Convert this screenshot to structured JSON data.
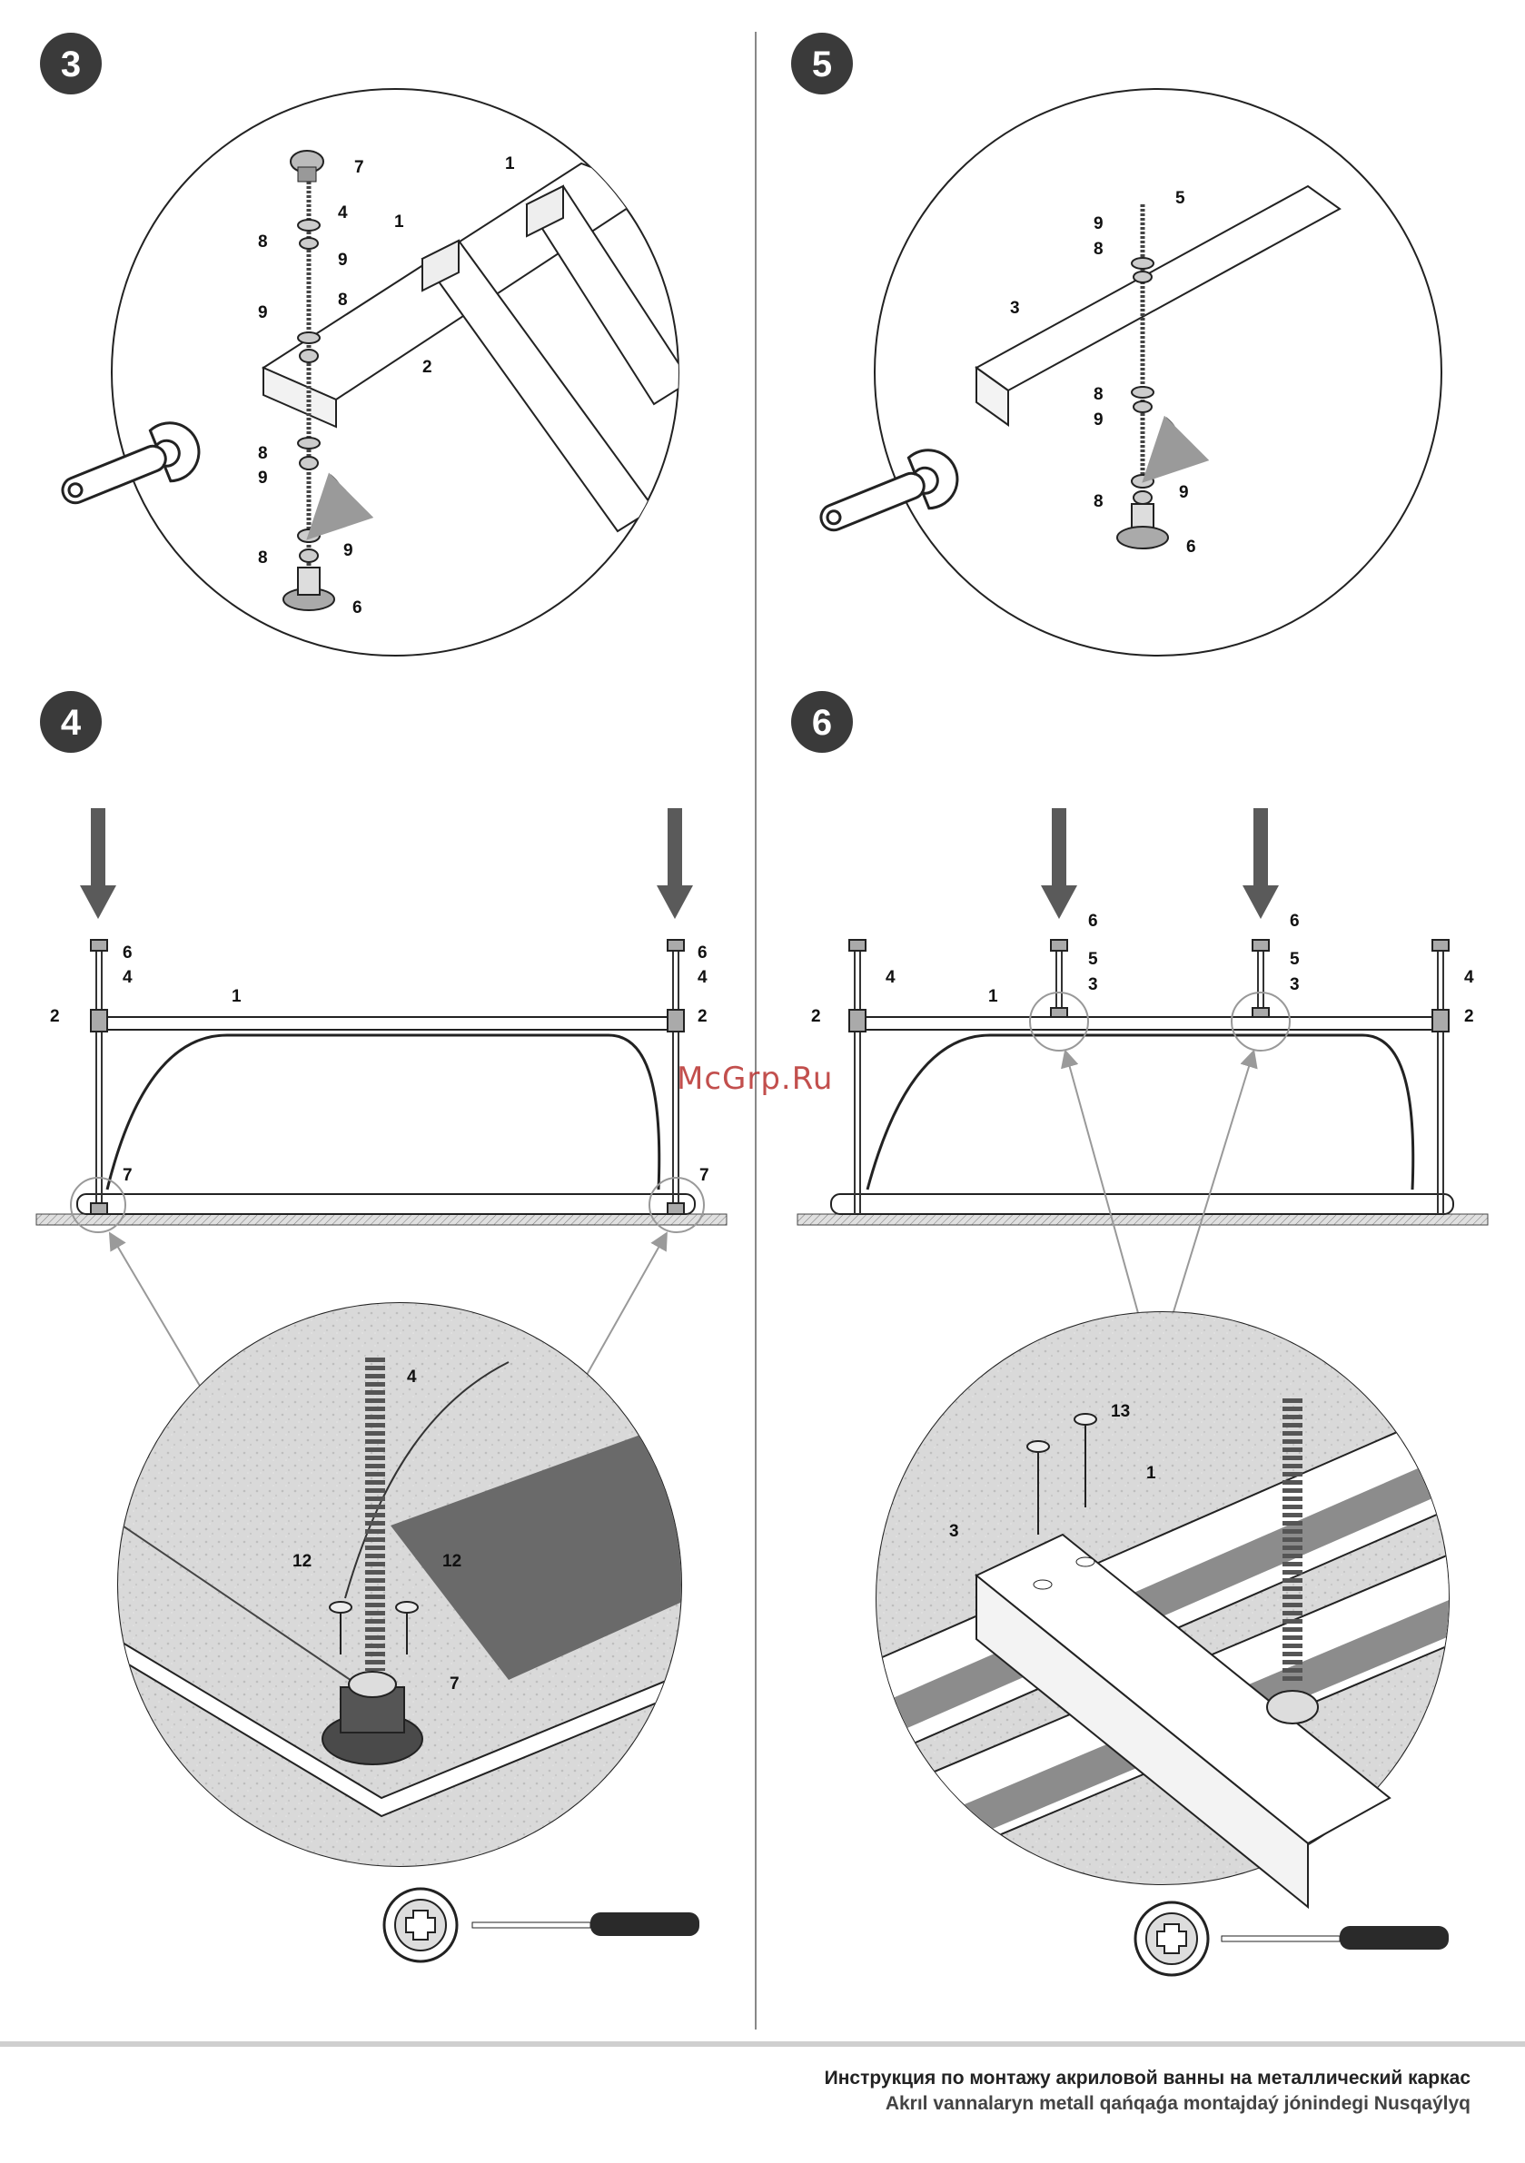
{
  "steps": [
    {
      "number": "3"
    },
    {
      "number": "5"
    },
    {
      "number": "4"
    },
    {
      "number": "6"
    }
  ],
  "step3_labels": [
    "7",
    "4",
    "8",
    "9",
    "1",
    "1",
    "9",
    "8",
    "2",
    "8",
    "9",
    "8",
    "9",
    "6"
  ],
  "step5_labels": [
    "5",
    "9",
    "8",
    "3",
    "8",
    "9",
    "9",
    "8",
    "6"
  ],
  "step4_labels": [
    "6",
    "4",
    "2",
    "1",
    "6",
    "4",
    "2",
    "7",
    "7",
    "4",
    "12",
    "12",
    "7"
  ],
  "step6_labels": [
    "4",
    "2",
    "1",
    "6",
    "5",
    "3",
    "6",
    "5",
    "3",
    "4",
    "2",
    "13",
    "1",
    "3"
  ],
  "watermark": "McGrp.Ru",
  "footer": {
    "line1": "Инструкция по монтажу акриловой ванны на металлический каркас",
    "line2": "Akrıl vannalaryn metall qańqaǵa montajdaý jónindegi Nusqaýlyq"
  },
  "colors": {
    "ink": "#222222",
    "arrow": "#5a5a5a",
    "floor": "#d4d4d4",
    "divider": "#888888"
  }
}
